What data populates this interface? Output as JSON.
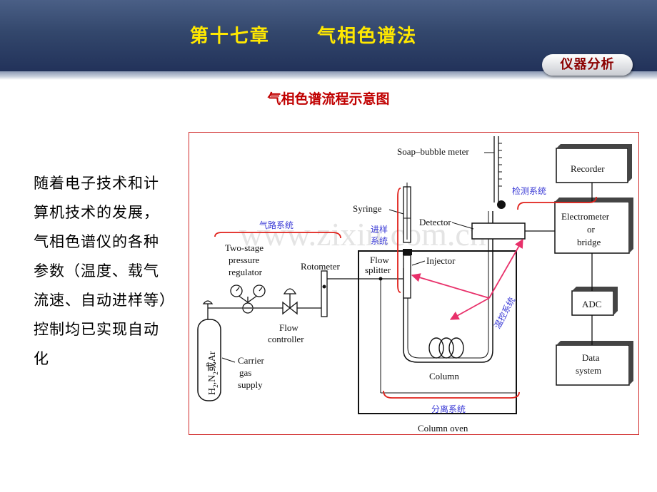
{
  "header": {
    "title": "第十七章      气相色谱法",
    "badge": "仪器分析"
  },
  "subtitle": "气相色谱流程示意图",
  "body_text": "随着电子技术和计算机技术的发展，气相色谱仪的各种参数（温度、载气流速、自动进样等）控制均已实现自动化",
  "diagram": {
    "labels": {
      "soap_bubble_meter": "Soap–bubble meter",
      "recorder": "Recorder",
      "electrometer_1": "Electrometer",
      "electrometer_2": "or",
      "electrometer_3": "bridge",
      "adc": "ADC",
      "data_system_1": "Data",
      "data_system_2": "system",
      "syringe": "Syringe",
      "detector": "Detector",
      "two_stage_1": "Two-stage",
      "two_stage_2": "pressure",
      "two_stage_3": "regulator",
      "rotometer": "Rotometer",
      "flow_splitter_1": "Flow",
      "flow_splitter_2": "splitter",
      "injector": "Injector",
      "flow_controller_1": "Flow",
      "flow_controller_2": "controller",
      "carrier_1": "Carrier",
      "carrier_2": "gas",
      "carrier_3": "supply",
      "column": "Column",
      "column_oven": "Column oven",
      "tank_h2": "H",
      "tank_sub2a": "2",
      "tank_n2": ",N",
      "tank_sub2b": "2",
      "tank_or_ar": "或Ar"
    },
    "systems": {
      "gas_path": "气路系统",
      "injection_1": "进样",
      "injection_2": "系统",
      "detection": "检测系统",
      "temperature": "温控系统",
      "separation": "分离系统"
    }
  },
  "watermark": "www.zixin.com.cn",
  "colors": {
    "title": "#ffe800",
    "subtitle": "#c00000",
    "badge_text": "#8b0000",
    "annotation": "#3b3bd6",
    "bracket": "#e0201a",
    "arrow": "#e8306a"
  }
}
